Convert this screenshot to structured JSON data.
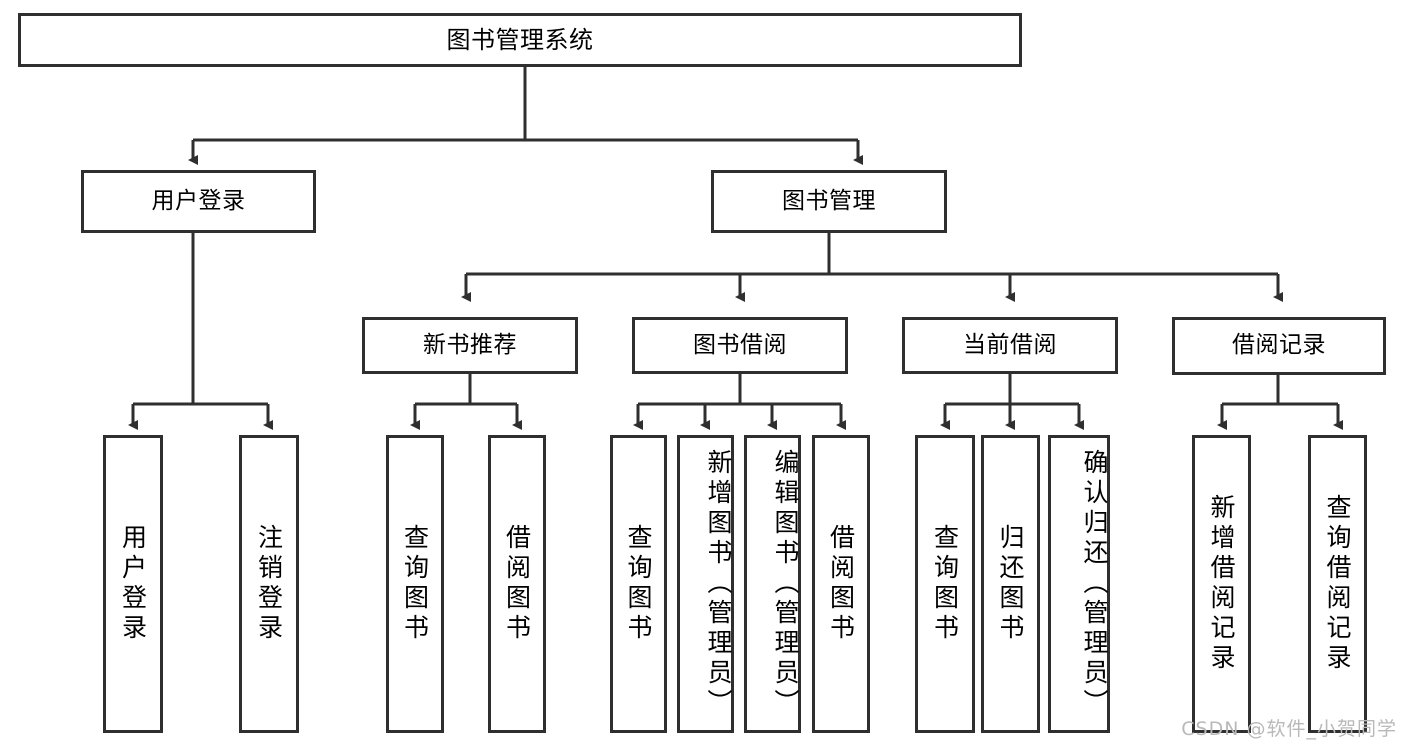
{
  "diagram": {
    "type": "tree",
    "title": "图书管理系统",
    "background": "#ffffff",
    "line_color": "#2f2f2f",
    "text_color": "#000000",
    "levels": 4
  },
  "nodes": {
    "root": {
      "label": "图书管理系统"
    },
    "level2": [
      {
        "label": "用户登录"
      },
      {
        "label": "图书管理"
      }
    ],
    "level3": [
      {
        "label": "新书推荐"
      },
      {
        "label": "图书借阅"
      },
      {
        "label": "当前借阅"
      },
      {
        "label": "借阅记录"
      }
    ],
    "leaves_user_login": [
      {
        "label": "用户登录"
      },
      {
        "label": "注销登录"
      }
    ],
    "leaves_new_book": [
      {
        "label": "查询图书"
      },
      {
        "label": "借阅图书"
      }
    ],
    "leaves_borrow": [
      {
        "label": "查询图书"
      },
      {
        "label": "新增图书（管理员）"
      },
      {
        "label": "编辑图书（管理员）"
      },
      {
        "label": "借阅图书"
      }
    ],
    "leaves_current": [
      {
        "label": "查询图书"
      },
      {
        "label": "归还图书"
      },
      {
        "label": "确认归还（管理员）"
      }
    ],
    "leaves_record": [
      {
        "label": "新增借阅记录"
      },
      {
        "label": "查询借阅记录"
      }
    ]
  },
  "watermark": {
    "text": "CSDN @软件_小贺同学"
  }
}
